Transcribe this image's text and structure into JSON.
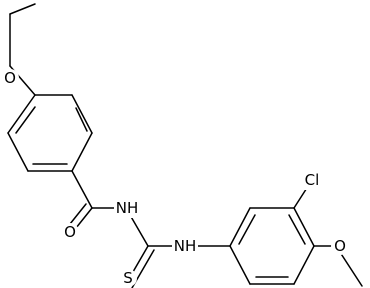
{
  "molecule": {
    "atoms": {
      "ether_o": "O",
      "carbonyl_o": "O",
      "amide_nh": "NH",
      "thioamide_s": "S",
      "amine_nh": "NH",
      "chloro": "Cl",
      "methoxy_o": "O"
    }
  }
}
